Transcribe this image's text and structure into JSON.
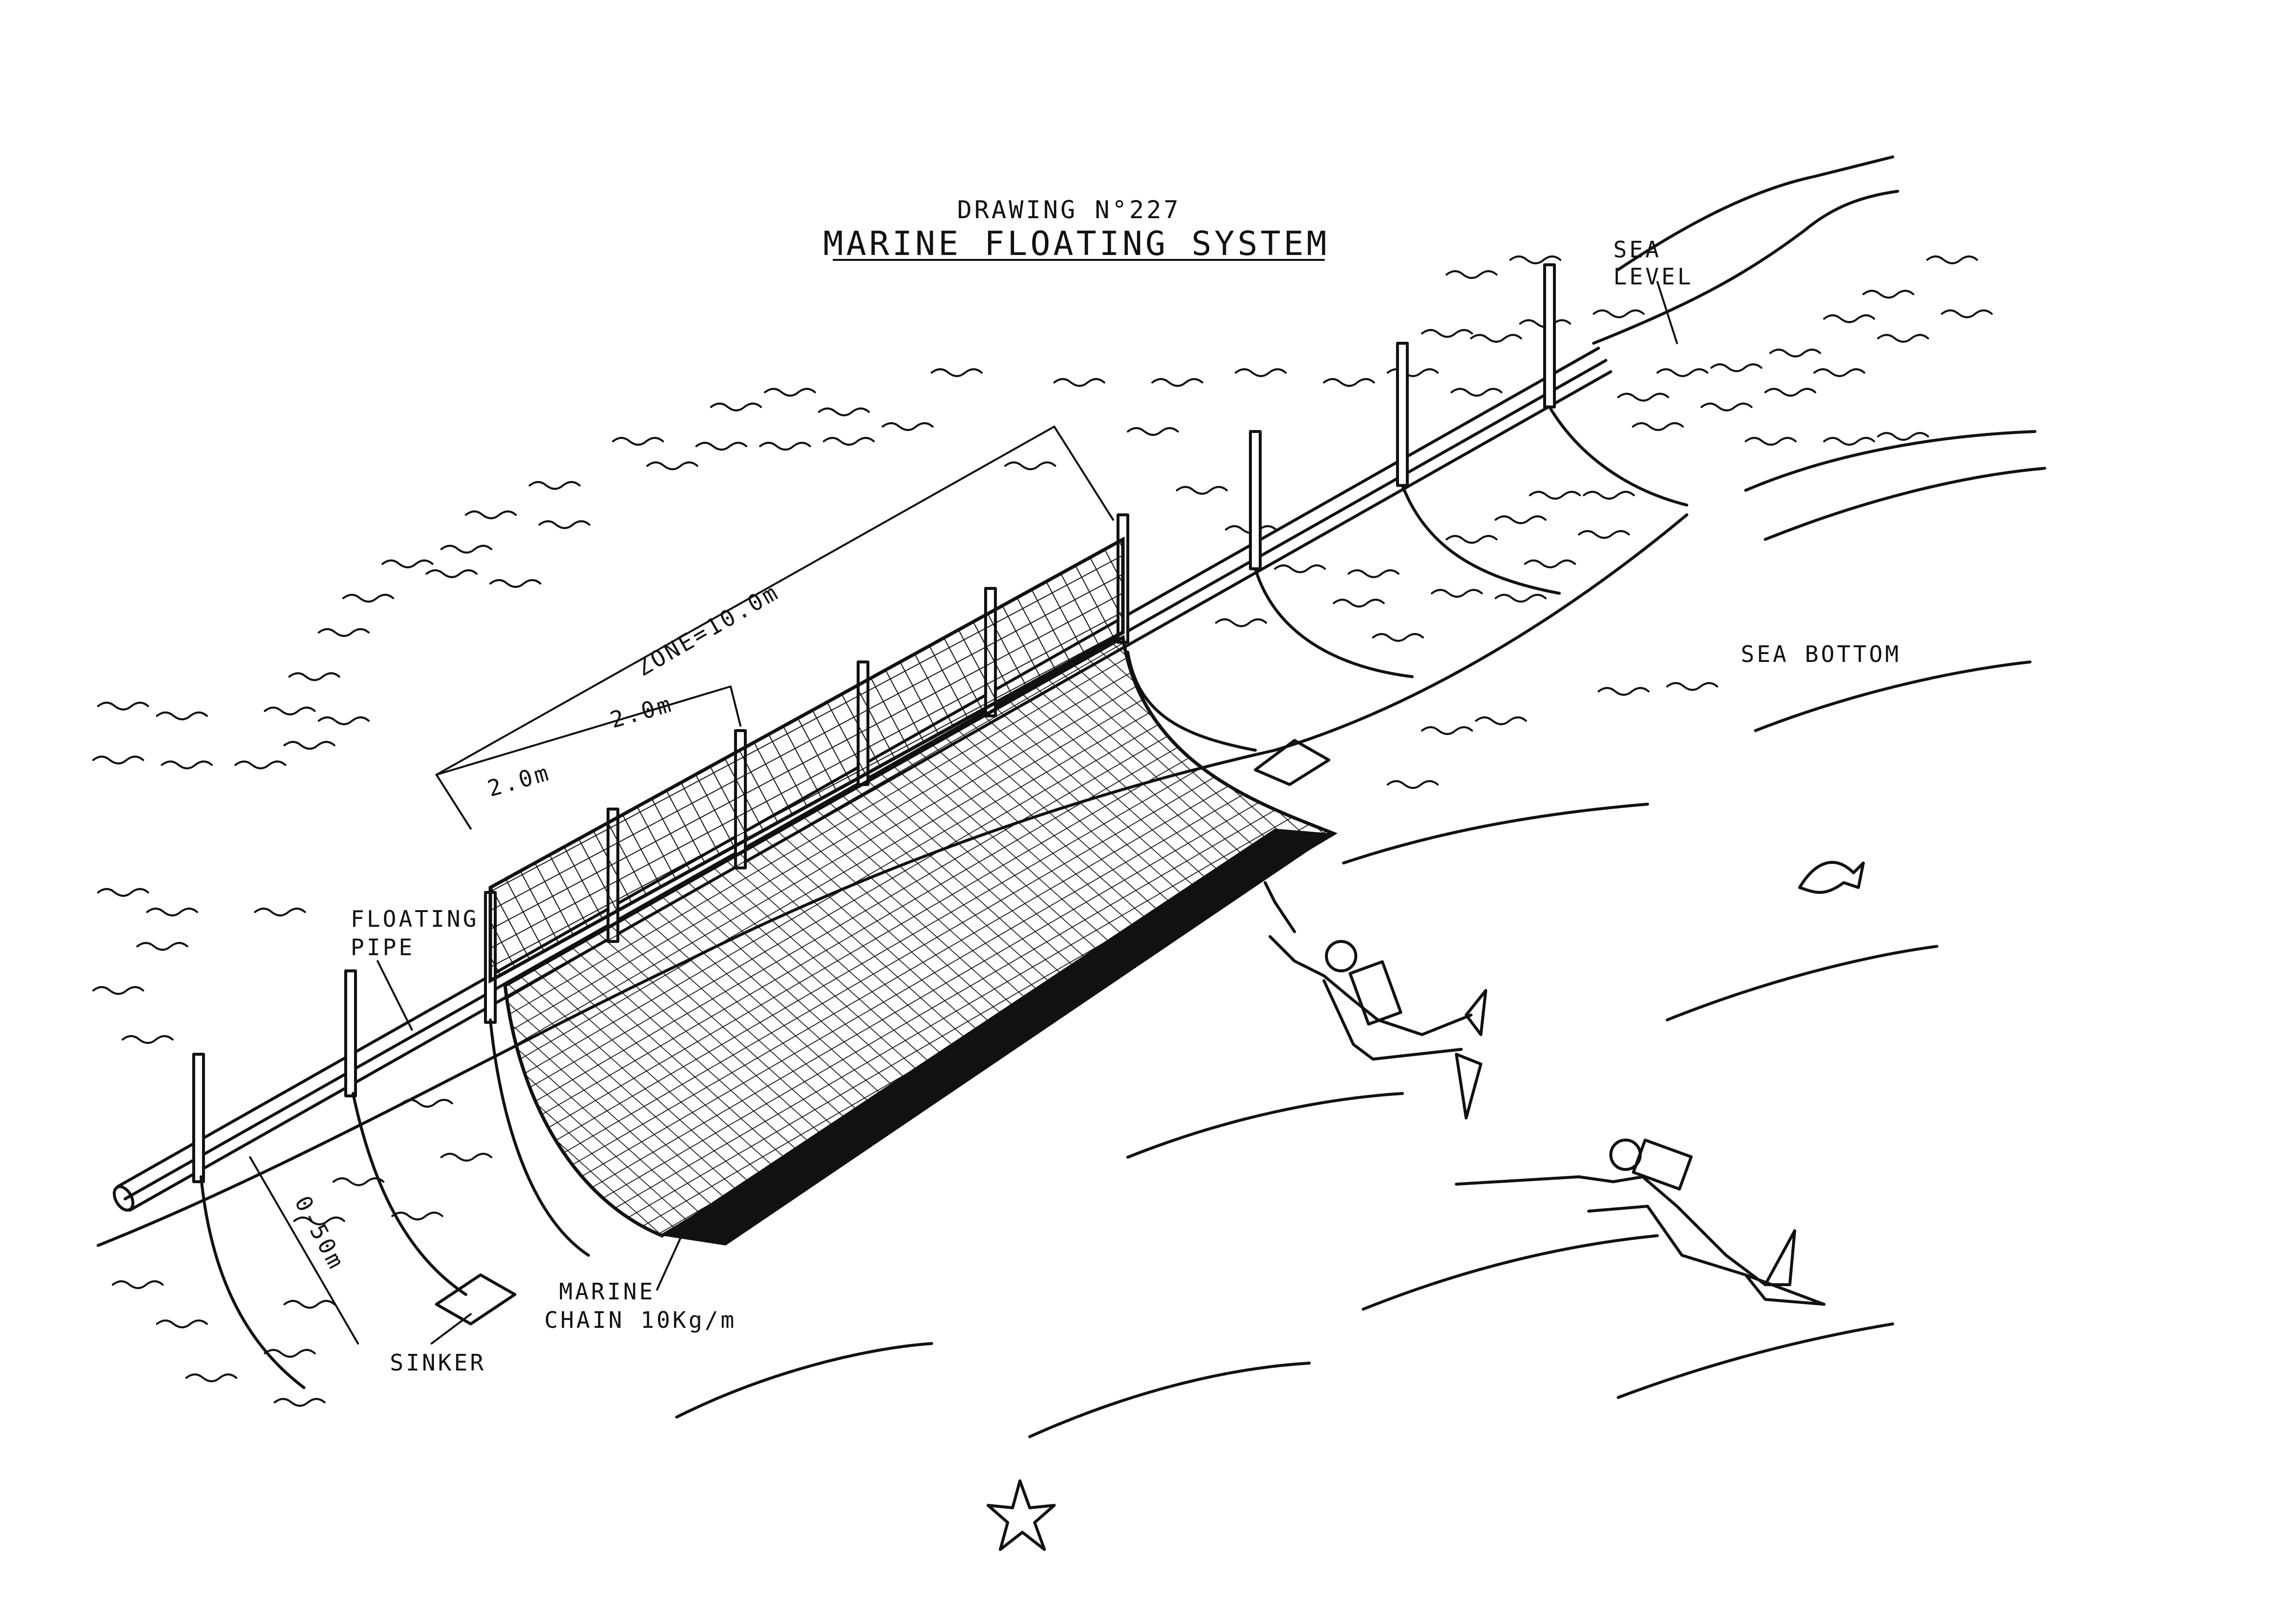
{
  "drawing": {
    "number_label": "DRAWING N°227",
    "title": "MARINE FLOATING SYSTEM"
  },
  "labels": {
    "sea_level": [
      "SEA",
      "LEVEL"
    ],
    "sea_bottom": "SEA BOTTOM",
    "floating_pipe": [
      "FLOATING",
      "PIPE"
    ],
    "marine_chain": [
      "MARINE",
      "CHAIN 10Kg/m"
    ],
    "sinker": "SINKER"
  },
  "dimensions": {
    "zone": "ZONE=10.0m",
    "segment_1": "2.0m",
    "segment_2": "2.0m",
    "depth": "0-50m"
  },
  "icons": [
    "starfish-icon",
    "fish-icon",
    "diver-icon",
    "speargun-diver-icon"
  ]
}
